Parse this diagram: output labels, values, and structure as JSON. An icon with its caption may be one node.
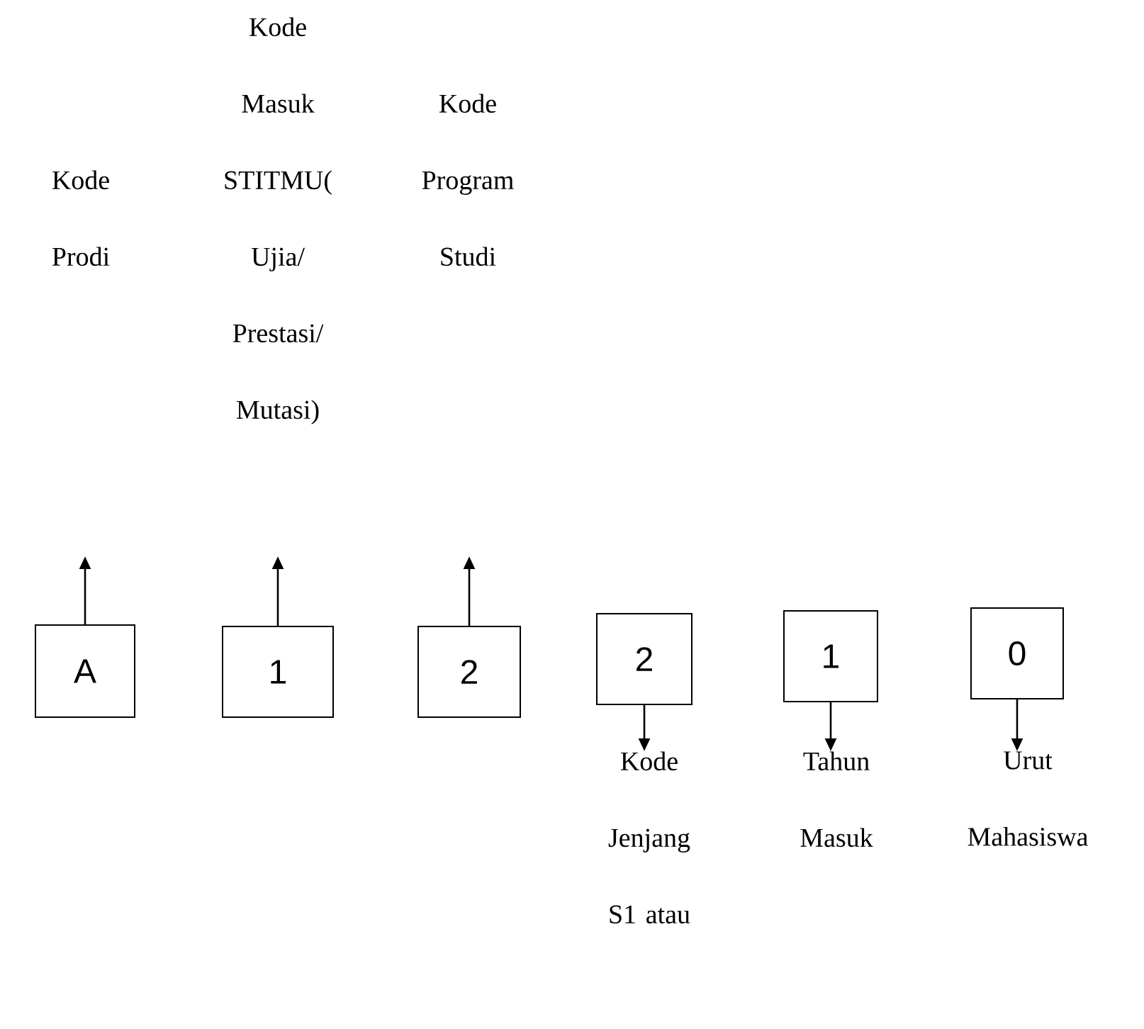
{
  "diagram": {
    "nodes": [
      {
        "text": [
          "A"
        ]
      },
      {
        "text": [
          "1"
        ]
      },
      {
        "text": [
          "2"
        ]
      },
      {
        "text": [
          "2"
        ]
      },
      {
        "text": [
          "1"
        ]
      },
      {
        "text": [
          "0"
        ]
      },
      {
        "text": [
          "Kode Prodi"
        ]
      },
      {
        "text": [
          "Kode Masuk STITMU( Ujia/ Prestasi/ Mutasi)"
        ]
      },
      {
        "text": [
          "Kode Program Studi"
        ]
      },
      {
        "text": [
          "Kode Jenjang S1 atau"
        ]
      },
      {
        "text": [
          "Tahun Masuk"
        ]
      },
      {
        "text": [
          "Urut Mahasiswa"
        ]
      }
    ],
    "edges": [
      {
        "from": 0,
        "to": null,
        "arrow": "to"
      },
      {
        "from": 1,
        "to": null,
        "arrow": "to"
      },
      {
        "from": 2,
        "to": null,
        "arrow": "to"
      },
      {
        "from": 3,
        "to": 9,
        "arrow": "to"
      },
      {
        "from": 4,
        "to": 10,
        "arrow": "to"
      },
      {
        "from": 5,
        "to": 11,
        "arrow": "to"
      }
    ]
  }
}
